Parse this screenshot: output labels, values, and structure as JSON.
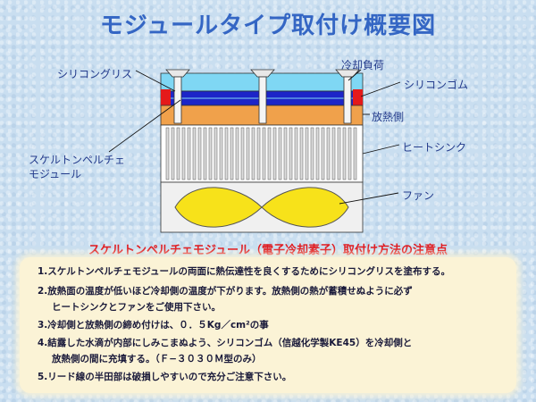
{
  "title": "モジュールタイプ取付け概要図",
  "labels": {
    "silicone_grease": "シリコングリス",
    "cooling_load": "冷却負荷",
    "silicone_rubber": "シリコンゴム",
    "heat_side": "放熱側",
    "module_line1": "スケルトンペルチェ",
    "module_line2": "モジュール",
    "heat_sink": "ヒートシンク",
    "fan": "ファン"
  },
  "notes_title": "スケルトンペルチェモジュール（電子冷却素子）取付け方法の注意点",
  "notes": [
    "1.スケルトンペルチェモジュールの両面に熱伝達性を良くするためにシリコングリスを塗布する。",
    "2.放熱面の温度が低いほど冷却側の温度が下がります。放熱側の熱が蓄積せぬように必ず",
    "ヒートシンクとファンをご使用下さい。",
    "3.冷却側と放熱側の締め付けは、０．５Kg／cm²の事",
    "4.結露した水滴が内部にしみこまぬよう、シリコンゴム（信越化学製KE45）を冷却側と",
    "放熱側の間に充填する。（Ｆ−３０３０Ｍ型のみ）",
    "5.リード線の半田部は破損しやすいので充分ご注意下さい。"
  ],
  "colors": {
    "cold_plate": "#7fd7f4",
    "module_blue": "#1c25c8",
    "heat_plate": "#f0a14b",
    "rubber_red": "#e41a1a",
    "fan_yellow": "#f7e21a",
    "title_blue": "#3466c4",
    "notes_red": "#e0191e"
  }
}
